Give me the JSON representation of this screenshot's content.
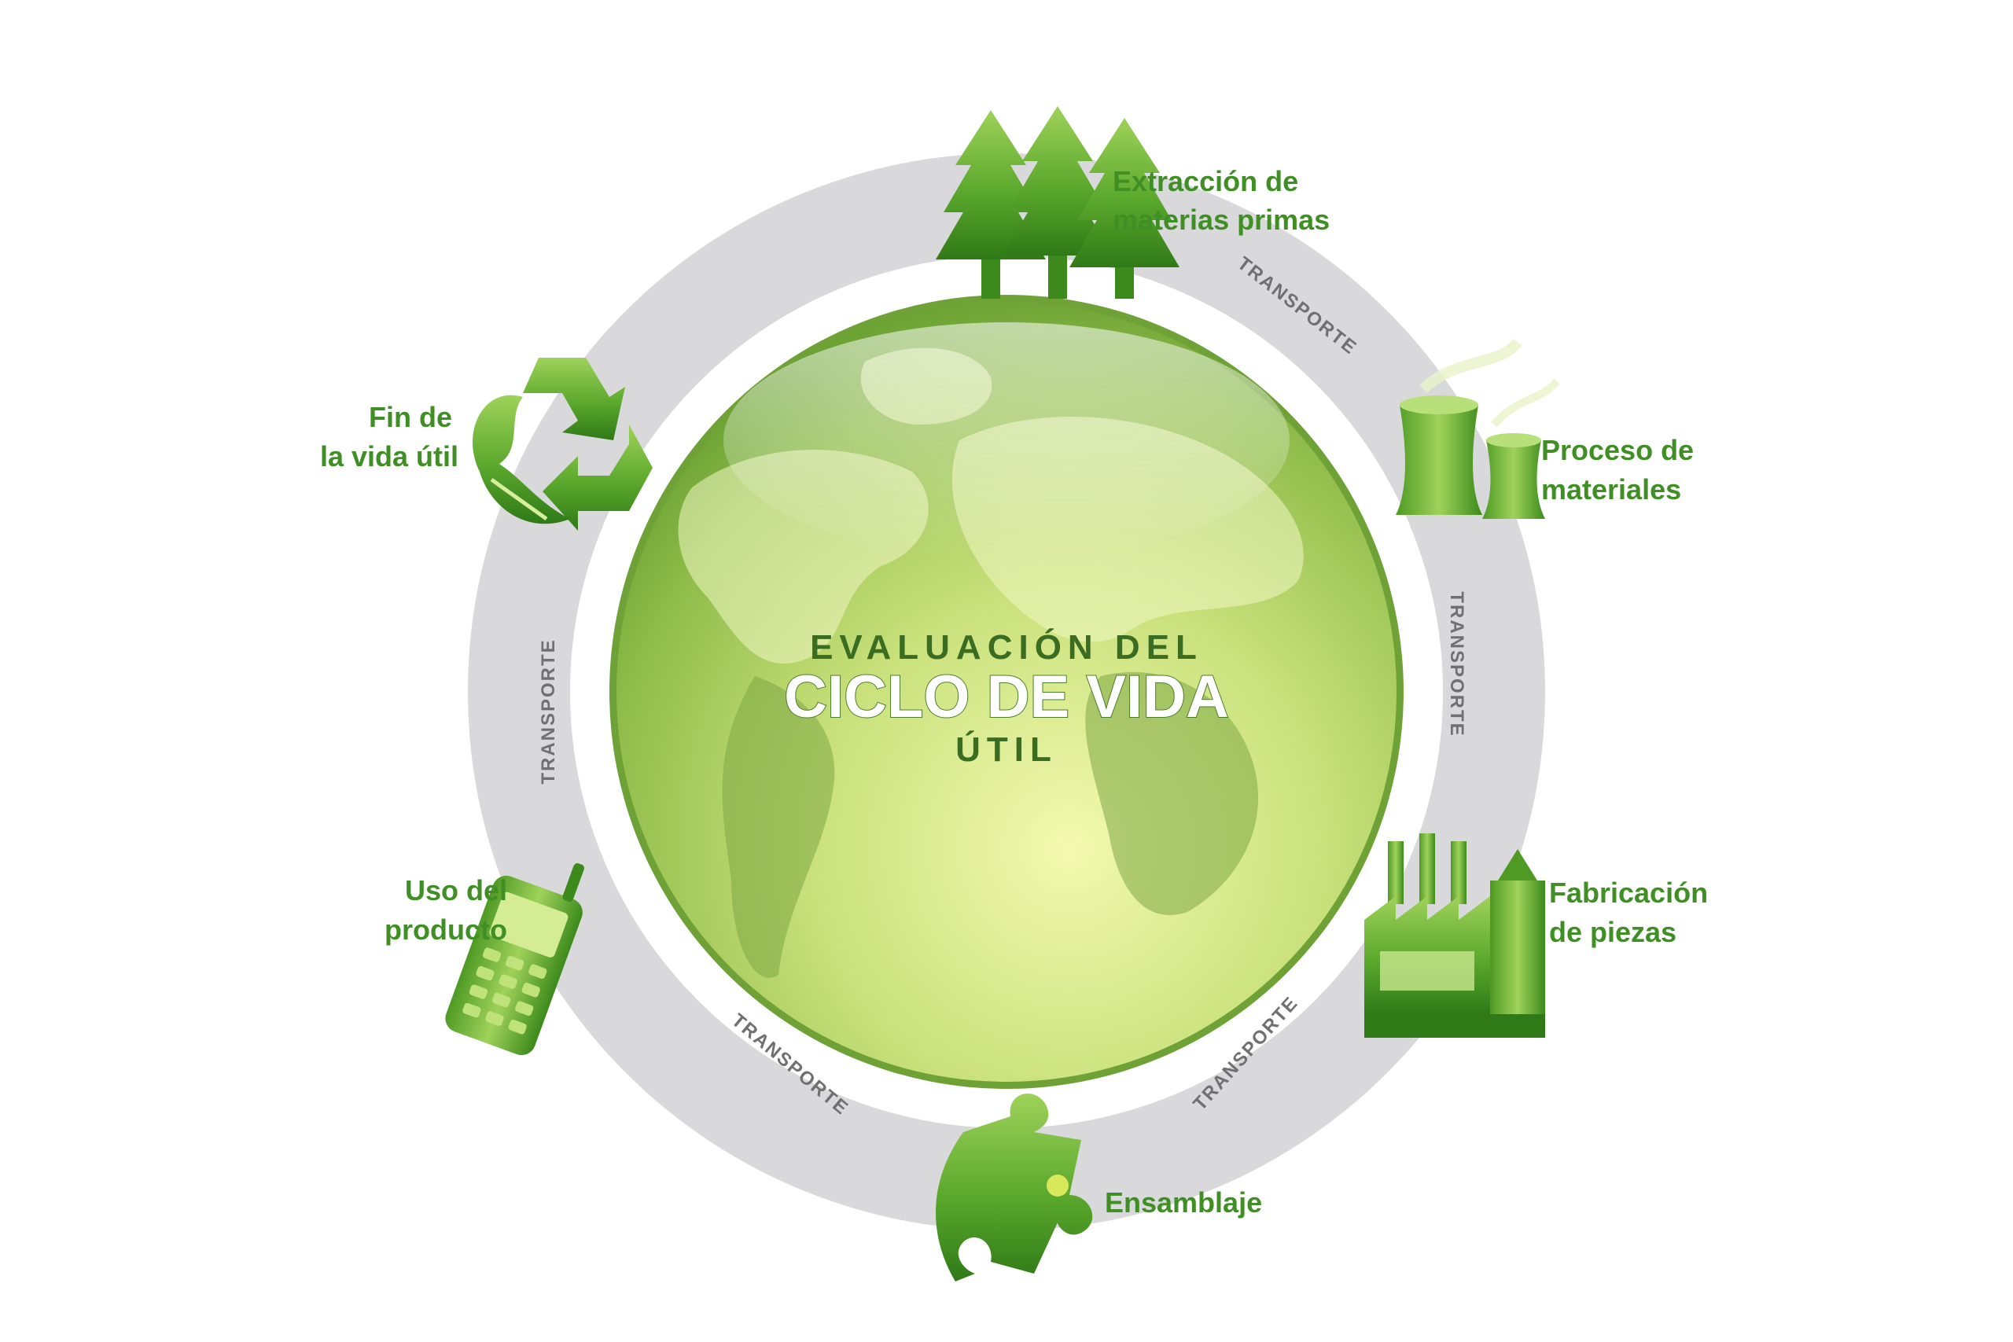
{
  "center": {
    "line1": "EVALUACIÓN DEL",
    "line2": "CICLO DE VIDA",
    "line3": "ÚTIL"
  },
  "stages": [
    {
      "id": "extraccion",
      "icon": "trees-icon",
      "label_lines": [
        "Extracción de",
        "materias primas"
      ]
    },
    {
      "id": "proceso",
      "icon": "cooling-towers-icon",
      "label_lines": [
        "Proceso de",
        "materiales"
      ]
    },
    {
      "id": "fabricacion",
      "icon": "factory-icon",
      "label_lines": [
        "Fabricación",
        "de piezas"
      ]
    },
    {
      "id": "ensamblaje",
      "icon": "puzzle-piece-icon",
      "label_lines": [
        "Ensamblaje"
      ]
    },
    {
      "id": "uso",
      "icon": "mobile-phone-icon",
      "label_lines": [
        "Uso del",
        "producto"
      ]
    },
    {
      "id": "fin",
      "icon": "recycle-icon",
      "label_lines": [
        "Fin de",
        "la vida útil"
      ]
    }
  ],
  "transport_label": "TRANSPORTE",
  "colors": {
    "ring": "#d9d9db",
    "globe_light": "#eef5a0",
    "globe_mid": "#a9cc5a",
    "globe_dark": "#5f9a2c",
    "label_green": "#3f8f25",
    "transport_grey": "#707070"
  }
}
